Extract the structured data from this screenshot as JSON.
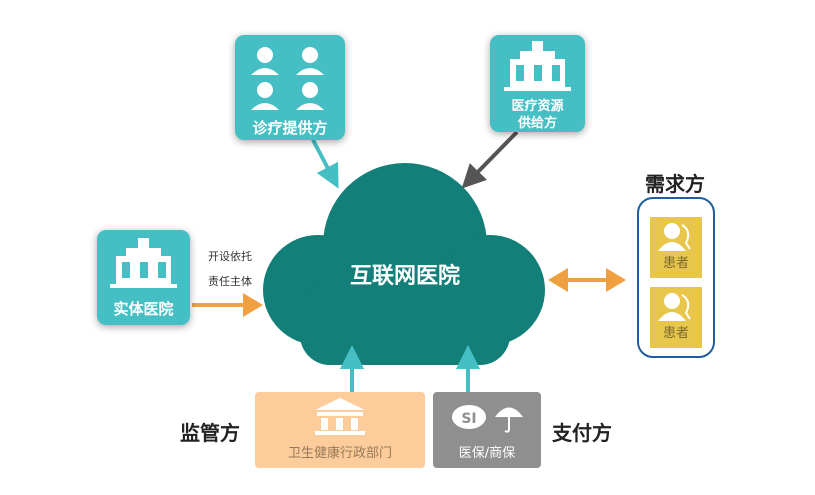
{
  "center": {
    "label": "互联网医院"
  },
  "provider": {
    "label": "诊疗提供方"
  },
  "resource": {
    "label_line1": "医疗资源",
    "label_line2": "供给方"
  },
  "hospital": {
    "label": "实体医院",
    "note_line1": "开设依托",
    "note_line2": "责任主体"
  },
  "demand": {
    "title": "需求方",
    "patients": [
      {
        "label": "患者"
      },
      {
        "label": "患者"
      }
    ]
  },
  "regulator": {
    "side_label": "监管方",
    "label": "卫生健康行政部门"
  },
  "payer": {
    "side_label": "支付方",
    "label": "医保/商保"
  },
  "colors": {
    "cloud": "#127f78",
    "teal": "#45bfc4",
    "orange": "#f0a040",
    "gray_arrow": "#555555",
    "patient": "#e8c64b",
    "demand_border": "#1f5d9c",
    "regulator": "#fccc9a",
    "payer": "#8f8f8f"
  }
}
